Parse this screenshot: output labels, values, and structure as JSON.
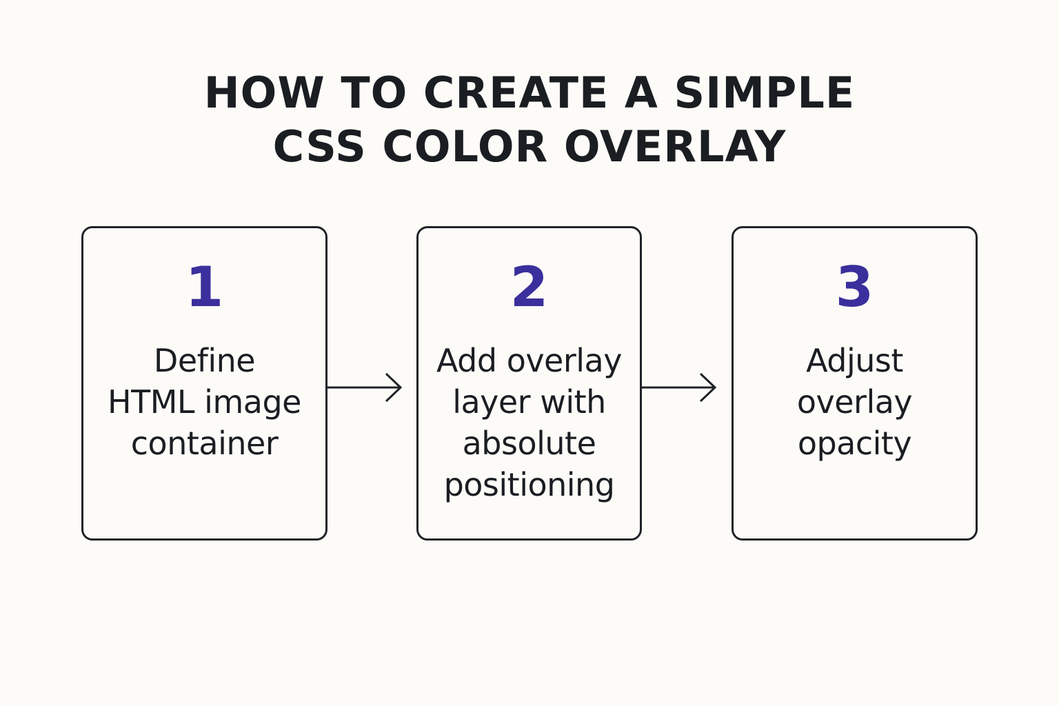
{
  "title": {
    "line1": "HOW TO CREATE A SIMPLE",
    "line2": "CSS COLOR OVERLAY"
  },
  "steps": [
    {
      "number": "1",
      "lines": [
        "Define",
        "HTML image",
        "container"
      ]
    },
    {
      "number": "2",
      "lines": [
        "Add overlay",
        "layer with",
        "absolute",
        "positioning"
      ]
    },
    {
      "number": "3",
      "lines": [
        "Adjust",
        "overlay",
        "opacity"
      ]
    }
  ],
  "colors": {
    "background": "#fcfbf7",
    "text": "#1a1d22",
    "accent": "#3a2f9c",
    "border": "#1f2226"
  },
  "icons": [
    "arrow-right-icon"
  ]
}
